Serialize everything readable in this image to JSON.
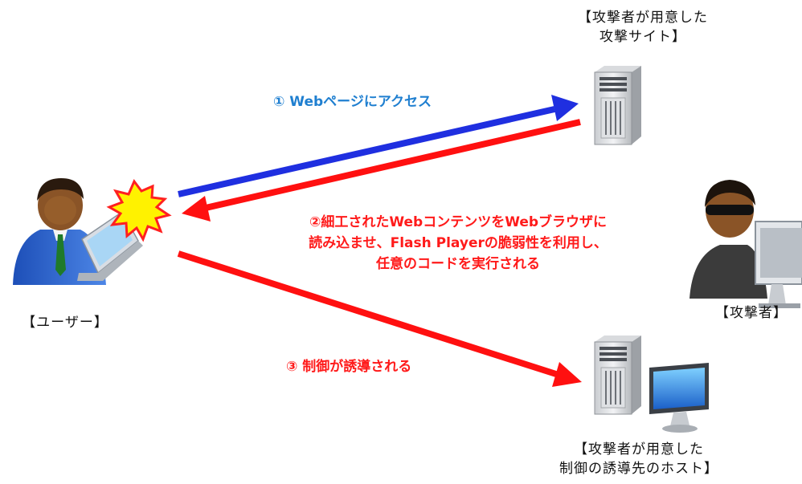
{
  "labels": {
    "attacker_site": [
      "【攻撃者が用意した",
      "攻撃サイト】"
    ],
    "user": "【ユーザー】",
    "attacker": "【攻撃者】",
    "control_host": [
      "【攻撃者が用意した",
      "制御の誘導先のホスト】"
    ]
  },
  "steps": {
    "step1": "① Webページにアクセス",
    "step2": [
      "②細工されたWebコンテンツをWebブラウザに",
      "読み込ませ、Flash Playerの脆弱性を利用し、",
      "任意のコードを実行される"
    ],
    "step3": "③ 制御が誘導される"
  },
  "colors": {
    "blue_arrow": "#1f2fe0",
    "red_arrow": "#ff1010",
    "step1_text": "#1f7fd0",
    "step_red_text": "#ff1a1a"
  },
  "icons": [
    "user-with-laptop-icon",
    "burst-icon",
    "server-icon",
    "attacker-icon",
    "server-with-monitor-icon"
  ]
}
